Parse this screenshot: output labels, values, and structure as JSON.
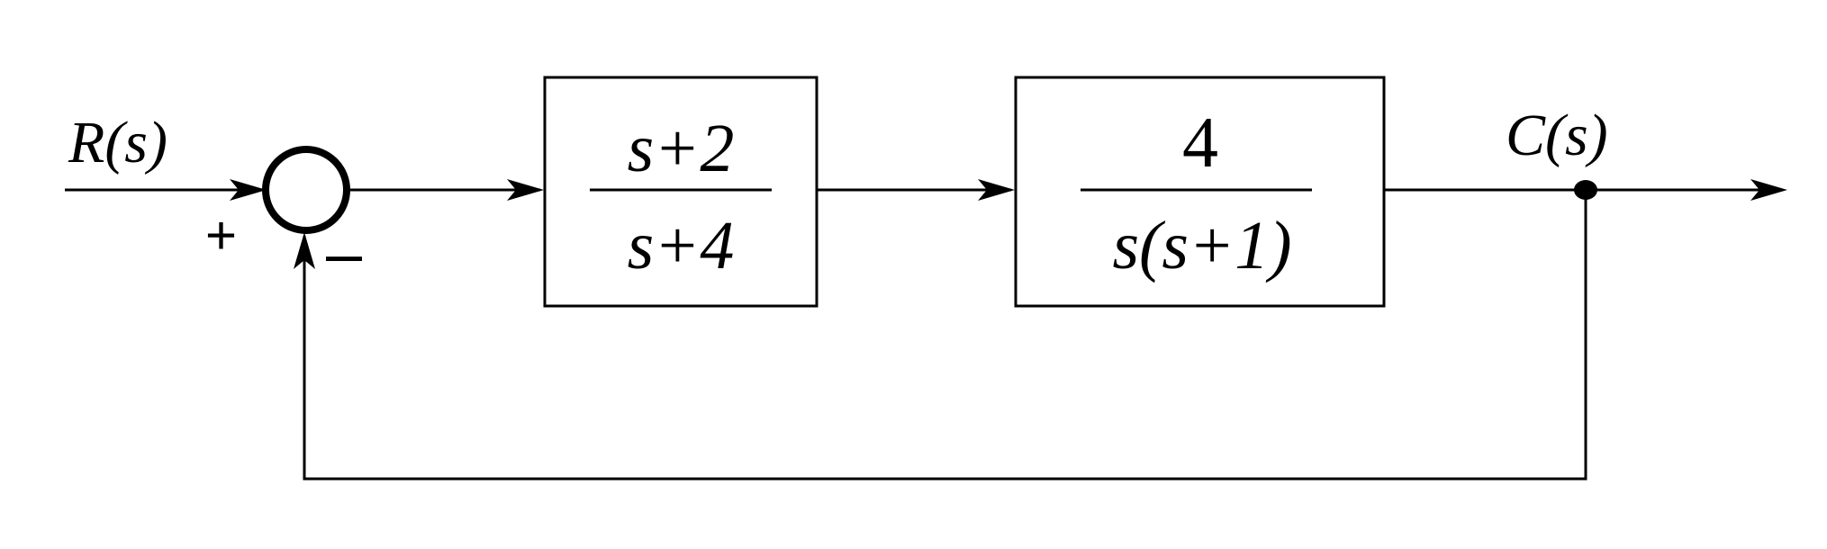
{
  "signals": {
    "input": "R(s)",
    "output": "C(s)"
  },
  "summing_junction": {
    "plus_sign": "+",
    "minus_sign": "–"
  },
  "blocks": [
    {
      "numerator": "s+2",
      "denominator": "s+4"
    },
    {
      "numerator": "4",
      "denominator": "s(s+1)"
    }
  ],
  "colors": {
    "stroke": "#000000",
    "background": "#ffffff"
  }
}
